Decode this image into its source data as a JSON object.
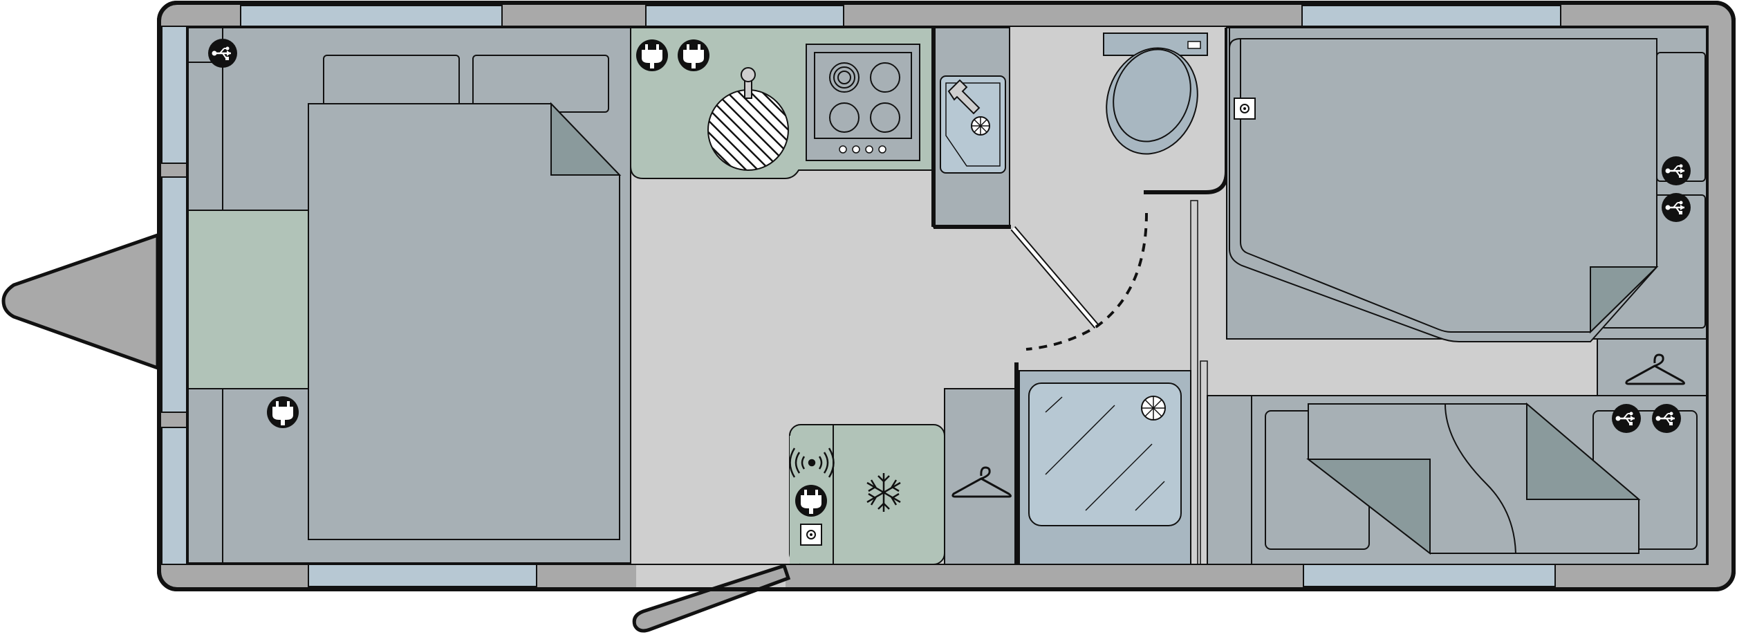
{
  "floorplan": {
    "colors": {
      "shell": "#a9a9a9",
      "floor": "#cfcfcf",
      "furniture": "#a7b0b5",
      "green": "#b1c3b8",
      "window": "#b7c8d3",
      "toilet_blue": "#a8b7c1",
      "bedding_dark": "#8a9a9c",
      "outline": "#111111",
      "white": "#ffffff"
    },
    "zones": [
      "front-bedroom",
      "kitchen",
      "washroom",
      "rear-bedroom",
      "entrance"
    ],
    "fixtures": [
      {
        "kind": "island-bed",
        "zone": "front-bedroom"
      },
      {
        "kind": "hob-4-burner",
        "zone": "kitchen"
      },
      {
        "kind": "sink-drainer",
        "zone": "kitchen"
      },
      {
        "kind": "toilet",
        "zone": "washroom"
      },
      {
        "kind": "shower-tray",
        "zone": "washroom"
      },
      {
        "kind": "fridge",
        "zone": "kitchen"
      },
      {
        "kind": "corner-bed",
        "zone": "rear-bedroom"
      },
      {
        "kind": "single-bed",
        "zone": "rear-bedroom"
      },
      {
        "kind": "wardrobe",
        "zone": "entrance"
      }
    ],
    "icons": [
      "usb-socket-icon",
      "mains-plug-icon",
      "hanger-icon",
      "snowflake-icon",
      "wifi-icon",
      "tv-point-icon"
    ]
  }
}
